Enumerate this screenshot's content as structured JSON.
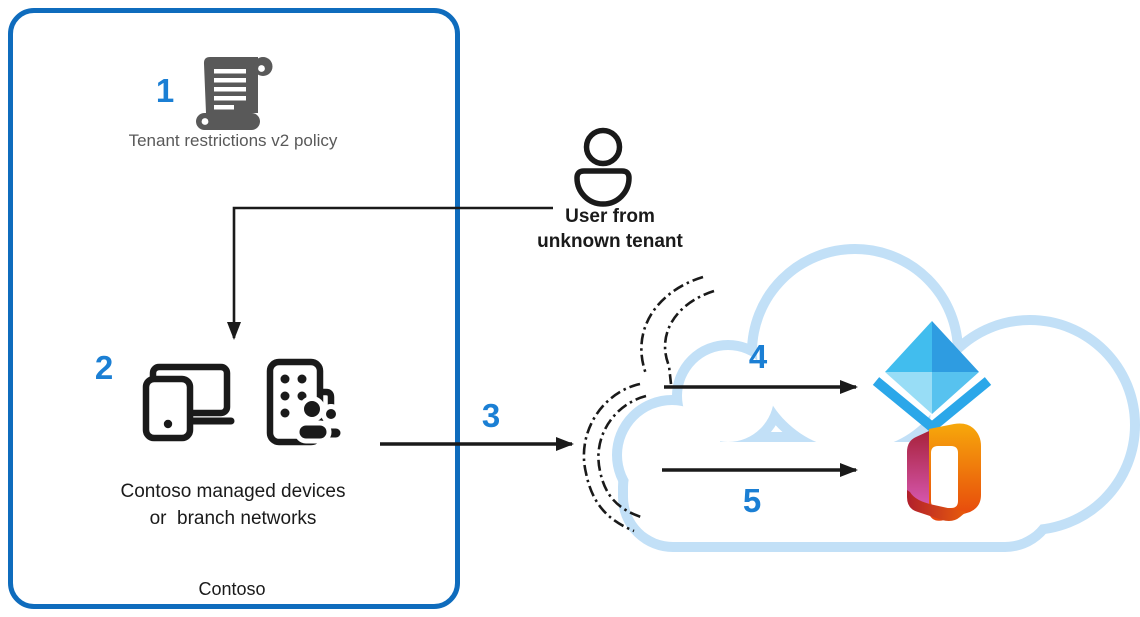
{
  "diagram": {
    "boundary": {
      "label": "Contoso"
    },
    "policy": {
      "number": "1",
      "label": "Tenant restrictions v2 policy",
      "icon": "scroll-policy-icon"
    },
    "devices": {
      "number": "2",
      "label_line1": "Contoso managed devices",
      "label_line2": "or  branch networks",
      "icons": [
        "phone-laptop-icon",
        "building-people-icon"
      ]
    },
    "user": {
      "label_line1": "User from",
      "label_line2": "unknown tenant",
      "icon": "person-icon"
    },
    "flows": {
      "to_cloud": {
        "number": "3"
      },
      "to_entra": {
        "number": "4"
      },
      "to_office": {
        "number": "5"
      }
    },
    "cloud": {
      "icon": "cloud-outline-icon",
      "boundary_icon": "dash-dot-network-boundary",
      "services": [
        {
          "icon": "entra-id-icon"
        },
        {
          "icon": "microsoft-365-icon"
        }
      ]
    },
    "colors": {
      "accent_blue": "#1B7FD4",
      "boundary_border": "#0F6CBD",
      "cloud_stroke": "#C2E0F7",
      "text_gray": "#595959",
      "ink": "#1A1A1A",
      "entra_blue": "#2BA7E9",
      "office_orange": "#E8440D"
    }
  }
}
